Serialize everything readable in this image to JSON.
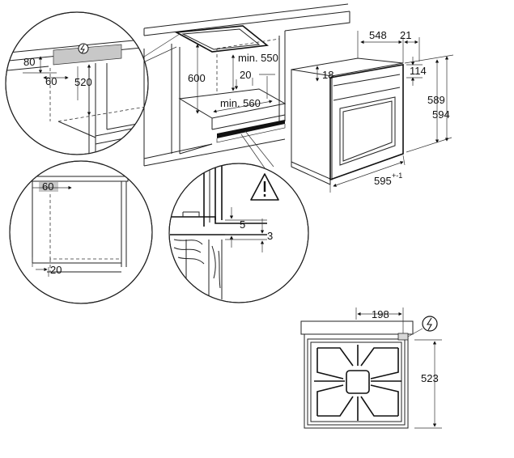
{
  "labels": {
    "c1_80": "80",
    "c1_60": "60",
    "c1_520": "520",
    "cab_600": "600",
    "cab_min550": "min. 550",
    "cab_20": "20",
    "cab_min560": "min. 560",
    "oven_548": "548",
    "oven_21": "21",
    "oven_18": "18",
    "oven_114": "114",
    "oven_589": "589",
    "oven_594": "594",
    "oven_595": "595",
    "oven_595_tol": "+-1",
    "c2_60": "60",
    "c2_20": "20",
    "c3_5": "5",
    "c3_3": "3",
    "hob_198": "198",
    "hob_523": "523"
  },
  "icons": {
    "power": "electrical-connection-icon",
    "warning": "warning-triangle-icon"
  },
  "colors": {
    "line": "#222222",
    "shade": "#c8c8c8"
  }
}
